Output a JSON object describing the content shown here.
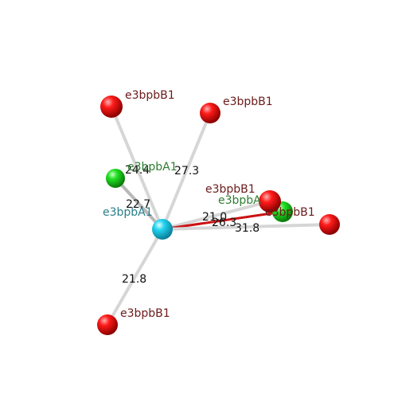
{
  "viewer": {
    "center_atom": {
      "label": "e3bpbA1",
      "color": "#2aa7c8"
    },
    "neighbors": [
      {
        "id": "n1",
        "label": "e3bpbB1",
        "distance": "24.4",
        "color": "#8b1a1a",
        "kind": "red"
      },
      {
        "id": "n2",
        "label": "e3bpbB1",
        "distance": "27.3",
        "color": "#8b1a1a",
        "kind": "red"
      },
      {
        "id": "n3",
        "label": "e3bpbA1",
        "distance": "22.7",
        "color": "#2e7d32",
        "kind": "green"
      },
      {
        "id": "n4",
        "label": "e3bpbB1",
        "distance": "21.0",
        "color": "#8b1a1a",
        "kind": "red"
      },
      {
        "id": "n5",
        "label": "e3bpbA",
        "distance": "26.3",
        "color": "#2e7d32",
        "kind": "green"
      },
      {
        "id": "n6",
        "label": "e3bpbB1",
        "distance": "31.8",
        "color": "#8b1a1a",
        "kind": "red"
      },
      {
        "id": "n7",
        "label": "e3bpbB1",
        "distance": "21.8",
        "color": "#8b1a1a",
        "kind": "red"
      }
    ],
    "colors": {
      "red_atom": "#e00000",
      "green_atom": "#22cc22",
      "cyan_atom": "#22ccee",
      "bond": "#cfcfcf",
      "highlight_bond": "#cc1111"
    }
  }
}
